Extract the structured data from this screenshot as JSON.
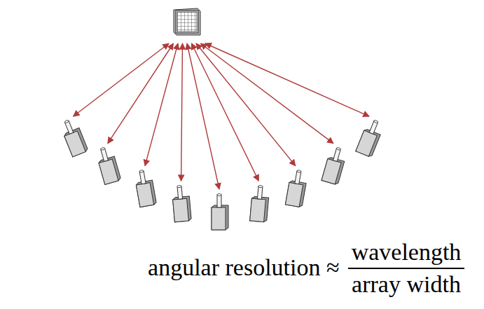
{
  "diagram": {
    "labels": [
      "angular resolution ≈",
      "wavelength",
      "array width"
    ]
  }
}
